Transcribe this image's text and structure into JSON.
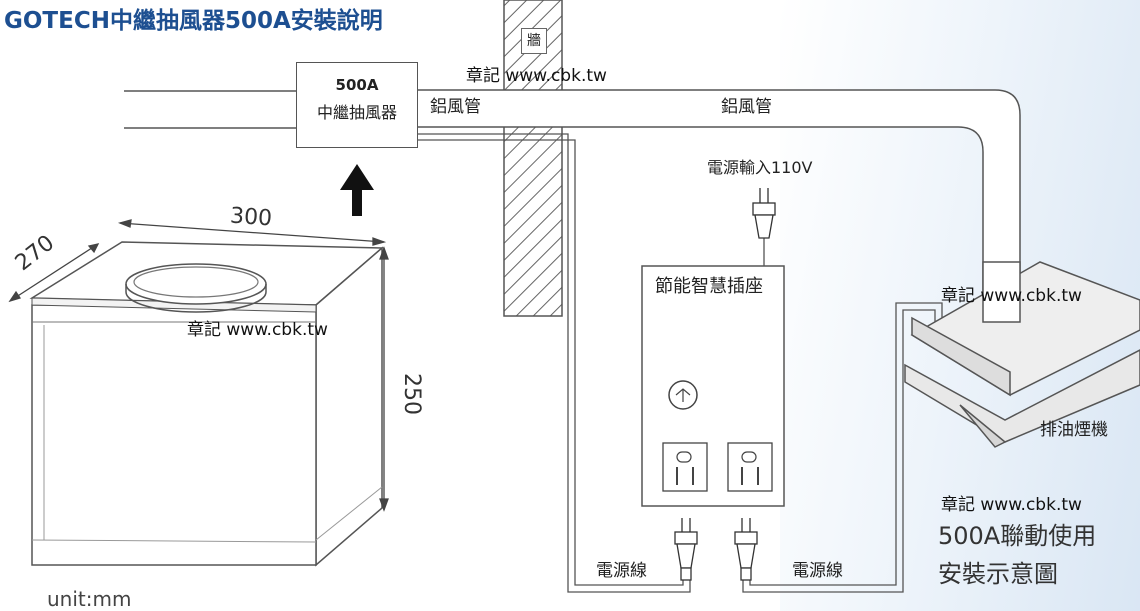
{
  "title": "GOTECH中繼抽風器500A安裝說明",
  "wall": {
    "label": "牆"
  },
  "blower": {
    "model": "500A",
    "name": "中繼抽風器"
  },
  "ducts": {
    "left_label": "鋁風管",
    "right_label": "鋁風管"
  },
  "watermarks": [
    "章記 www.cbk.tw",
    "章記 www.cbk.tw",
    "章記 www.cbk.tw",
    "章記 www.cbk.tw"
  ],
  "dimensions": {
    "depth": "270",
    "width": "300",
    "height": "250",
    "unit": "unit:mm"
  },
  "power": {
    "input_label": "電源輸入110V",
    "cord_left": "電源線",
    "cord_right": "電源線"
  },
  "smart_socket": {
    "label": "節能智慧插座"
  },
  "range_hood": {
    "label": "排油煙機"
  },
  "caption": {
    "line1": "500A聯動使用",
    "line2": "安裝示意圖"
  },
  "colors": {
    "title": "#1d4f91",
    "line": "#555555",
    "duct_fill": "#ffffff",
    "hood_fill": "#eeeeee"
  }
}
